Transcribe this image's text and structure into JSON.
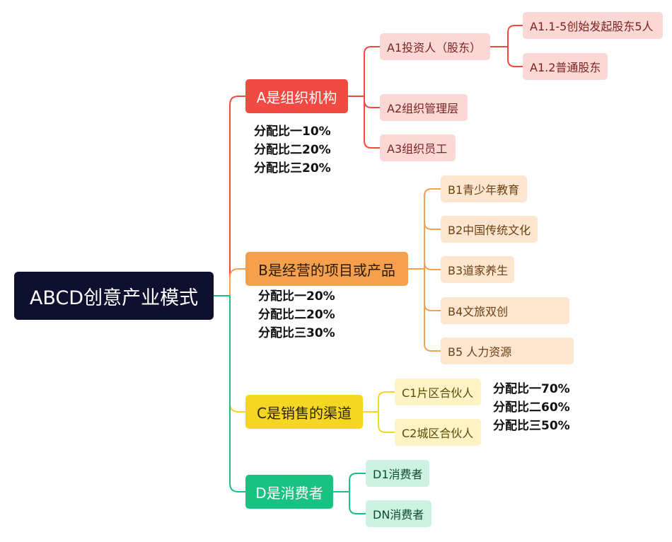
{
  "root": {
    "label": "ABCD创意产业模式"
  },
  "branches": {
    "a": {
      "label": "A是组织机构",
      "ratios": [
        "分配比一10%",
        "分配比二20%",
        "分配比三20%"
      ],
      "children": {
        "a1": {
          "label": "A1投资人（股东）",
          "children": [
            {
              "label": "A1.1-5创始发起股东5人"
            },
            {
              "label": "A1.2普通股东"
            }
          ]
        },
        "a2": {
          "label": "A2组织管理层"
        },
        "a3": {
          "label": "A3组织员工"
        }
      }
    },
    "b": {
      "label": "B是经营的项目或产品",
      "ratios": [
        "分配比一20%",
        "分配比二20%",
        "分配比三30%"
      ],
      "children": [
        {
          "label": "B1青少年教育"
        },
        {
          "label": "B2中国传统文化"
        },
        {
          "label": "B3道家养生"
        },
        {
          "label": "B4文旅双创"
        },
        {
          "label": "B5 人力资源"
        }
      ]
    },
    "c": {
      "label": "C是销售的渠道",
      "ratios": [
        "分配比一70%",
        "分配比二60%",
        "分配比三50%"
      ],
      "children": [
        {
          "label": "C1片区合伙人"
        },
        {
          "label": "C2城区合伙人"
        }
      ]
    },
    "d": {
      "label": "D是消费者",
      "children": [
        {
          "label": "D1消费者"
        },
        {
          "label": "DN消费者"
        }
      ]
    }
  },
  "colors": {
    "root": "#0f0f2f",
    "a": "#f04a42",
    "b": "#f5a04c",
    "c": "#f5d623",
    "d": "#17c283",
    "connector_green": "#17c283"
  }
}
